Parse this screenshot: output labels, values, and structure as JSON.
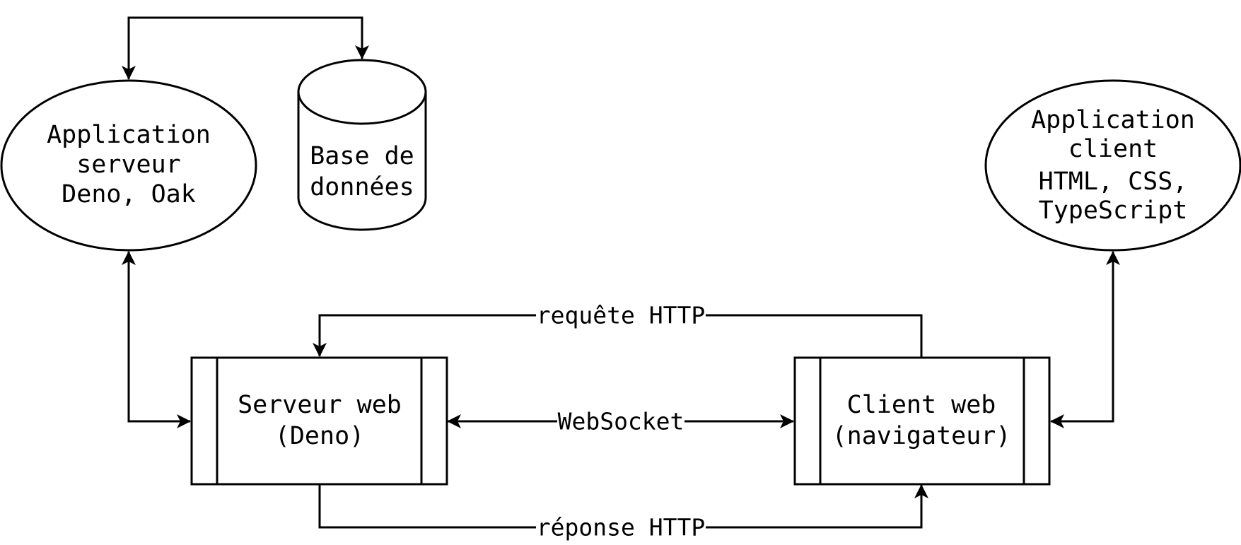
{
  "nodes": {
    "server_app": {
      "lines": [
        "Application",
        "serveur",
        "Deno, Oak"
      ]
    },
    "database": {
      "lines": [
        "Base de",
        "données"
      ]
    },
    "client_app": {
      "lines": [
        "Application",
        "client",
        "HTML, CSS,",
        "TypeScript"
      ]
    },
    "web_server": {
      "lines": [
        "Serveur web",
        "(Deno)"
      ]
    },
    "web_client": {
      "lines": [
        "Client web",
        "(navigateur)"
      ]
    }
  },
  "edges": {
    "http_request": "requête HTTP",
    "websocket": "WebSocket",
    "http_response": "réponse HTTP"
  }
}
